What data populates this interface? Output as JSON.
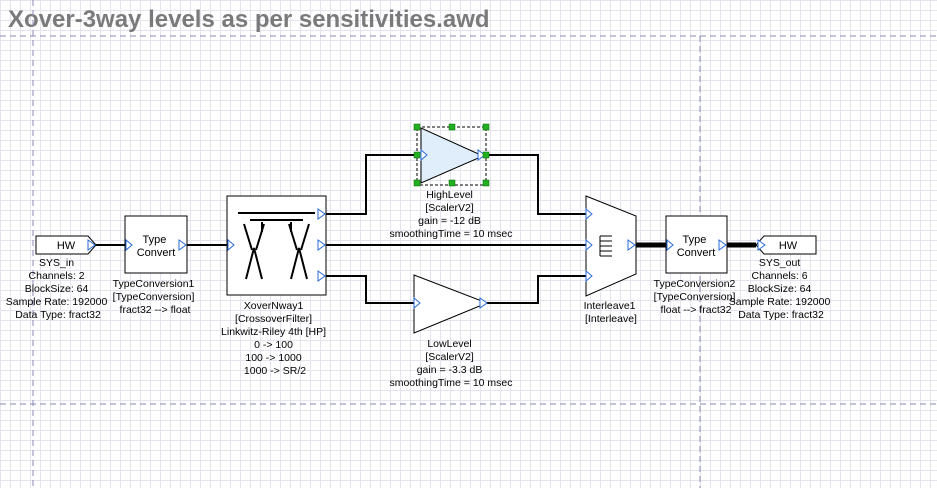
{
  "title": "Xover-3way levels as per sensitivities.awd",
  "sys_in": {
    "tag": "HW",
    "lines": [
      "SYS_in",
      "Channels: 2",
      "BlockSize: 64",
      "Sample Rate: 192000",
      "Data Type: fract32"
    ]
  },
  "type_conversion1": {
    "box": [
      "Type",
      "Convert"
    ],
    "lines": [
      "TypeConversion1",
      "[TypeConversion]",
      "fract32 --> float"
    ]
  },
  "xover": {
    "lines": [
      "XoverNway1",
      "[CrossoverFilter]",
      "Linkwitz-Riley 4th [HP]",
      "0 -> 100",
      "100 -> 1000",
      "1000 -> SR/2"
    ]
  },
  "high_level": {
    "lines": [
      "HighLevel",
      "[ScalerV2]",
      "gain = -12 dB",
      "smoothingTime = 10 msec"
    ]
  },
  "low_level": {
    "lines": [
      "LowLevel",
      "[ScalerV2]",
      "gain = -3.3 dB",
      "smoothingTime = 10 msec"
    ]
  },
  "interleave": {
    "lines": [
      "Interleave1",
      "[Interleave]"
    ]
  },
  "type_conversion2": {
    "box": [
      "Type",
      "Convert"
    ],
    "lines": [
      "TypeConversion2",
      "[TypeConversion]",
      "float --> fract32"
    ]
  },
  "sys_out": {
    "tag": "HW",
    "lines": [
      "SYS_out",
      "Channels: 6",
      "BlockSize: 64",
      "Sample Rate: 192000",
      "Data Type: fract32"
    ]
  },
  "colors": {
    "title": "#7a7a7a",
    "pin": "#2a6ad8",
    "selection_handle": "#22b022",
    "selected_fill": "#dfeefa"
  }
}
